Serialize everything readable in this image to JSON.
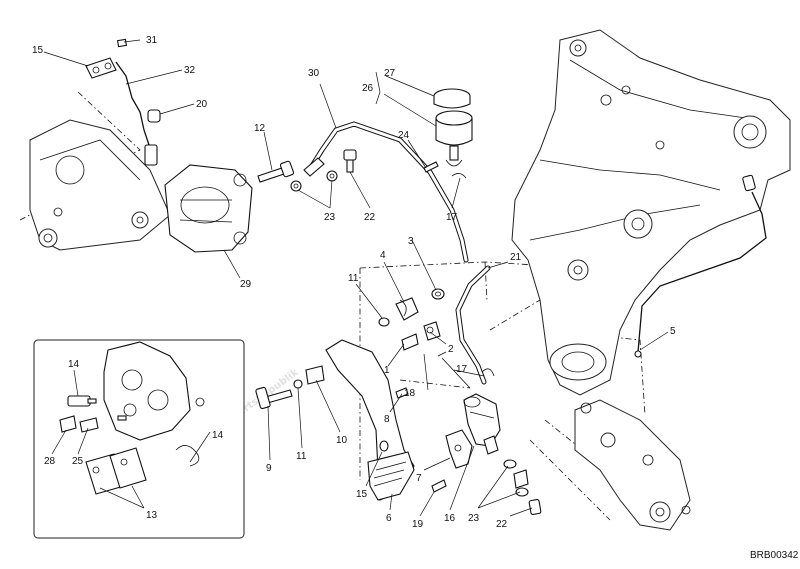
{
  "diagram": {
    "code": "BRB00342",
    "watermark": "PartsRepublik",
    "callouts": [
      {
        "id": "c31",
        "label": "31"
      },
      {
        "id": "c15a",
        "label": "15"
      },
      {
        "id": "c32",
        "label": "32"
      },
      {
        "id": "c20",
        "label": "20"
      },
      {
        "id": "c12",
        "label": "12"
      },
      {
        "id": "c29",
        "label": "29"
      },
      {
        "id": "c30",
        "label": "30"
      },
      {
        "id": "c27",
        "label": "27"
      },
      {
        "id": "c26",
        "label": "26"
      },
      {
        "id": "c24",
        "label": "24"
      },
      {
        "id": "c23a",
        "label": "23"
      },
      {
        "id": "c22a",
        "label": "22"
      },
      {
        "id": "c17a",
        "label": "17"
      },
      {
        "id": "c4",
        "label": "4"
      },
      {
        "id": "c3",
        "label": "3"
      },
      {
        "id": "c21",
        "label": "21"
      },
      {
        "id": "c11a",
        "label": "11"
      },
      {
        "id": "c2",
        "label": "2"
      },
      {
        "id": "c1",
        "label": "1"
      },
      {
        "id": "c18",
        "label": "18"
      },
      {
        "id": "c17b",
        "label": "17"
      },
      {
        "id": "c5",
        "label": "5"
      },
      {
        "id": "c8",
        "label": "8"
      },
      {
        "id": "c9",
        "label": "9"
      },
      {
        "id": "c11b",
        "label": "11"
      },
      {
        "id": "c10",
        "label": "10"
      },
      {
        "id": "c15b",
        "label": "15"
      },
      {
        "id": "c6",
        "label": "6"
      },
      {
        "id": "c7",
        "label": "7"
      },
      {
        "id": "c19",
        "label": "19"
      },
      {
        "id": "c16",
        "label": "16"
      },
      {
        "id": "c23b",
        "label": "23"
      },
      {
        "id": "c22b",
        "label": "22"
      },
      {
        "id": "c14a",
        "label": "14"
      },
      {
        "id": "c14b",
        "label": "14"
      },
      {
        "id": "c28",
        "label": "28"
      },
      {
        "id": "c25",
        "label": "25"
      },
      {
        "id": "c13",
        "label": "13"
      }
    ]
  }
}
